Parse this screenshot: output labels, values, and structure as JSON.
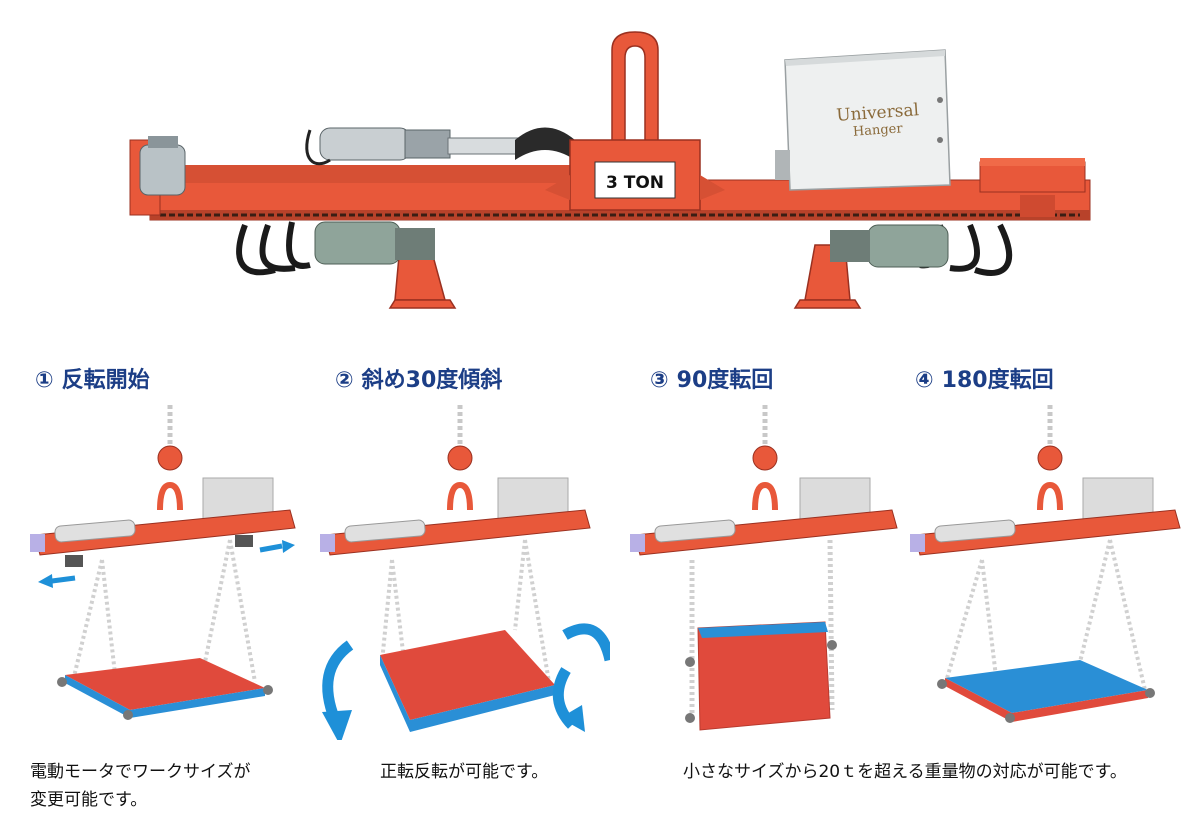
{
  "hero": {
    "capacity_label": "3 TON",
    "brand_line1": "Universal",
    "brand_line2": "Hanger"
  },
  "steps": [
    {
      "num": "①",
      "title": "反転開始"
    },
    {
      "num": "②",
      "title": "斜め30度傾斜"
    },
    {
      "num": "③",
      "title": "90度転回"
    },
    {
      "num": "④",
      "title": "180度転回"
    }
  ],
  "captions": {
    "c1_line1": "電動モータでワークサイズが",
    "c1_line2": "変更可能です。",
    "c2": "正転反転が可能です。",
    "c3": "小さなサイズから20ｔを超える重量物の対応が可能です。"
  },
  "colors": {
    "frame_orange": "#e8583a",
    "title_blue": "#1c3e86",
    "arrow_blue": "#1e90d8",
    "work_red": "#e04a3c",
    "work_blue": "#2a8fd6"
  }
}
